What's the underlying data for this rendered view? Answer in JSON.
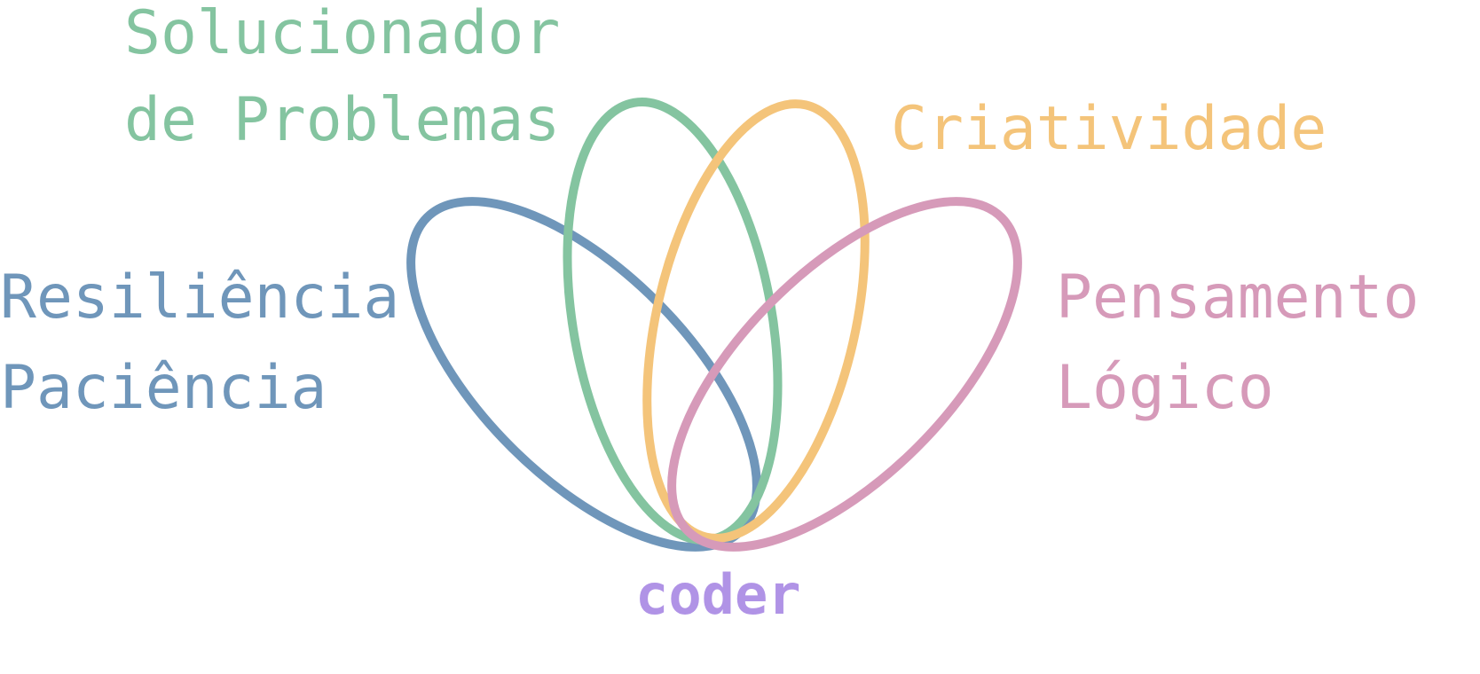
{
  "petals": [
    {
      "id": "resiliencia",
      "lines": [
        "Resiliência",
        "Paciência"
      ],
      "color": "#6f96ba"
    },
    {
      "id": "solucionador",
      "lines": [
        "Solucionador",
        "de Problemas"
      ],
      "color": "#84c4a0"
    },
    {
      "id": "criatividade",
      "lines": [
        "Criatividade"
      ],
      "color": "#f4c47a"
    },
    {
      "id": "pensamento",
      "lines": [
        "Pensamento",
        "Lógico"
      ],
      "color": "#d69ab9"
    }
  ],
  "center": {
    "label": "coder",
    "color": "#b093e6"
  }
}
